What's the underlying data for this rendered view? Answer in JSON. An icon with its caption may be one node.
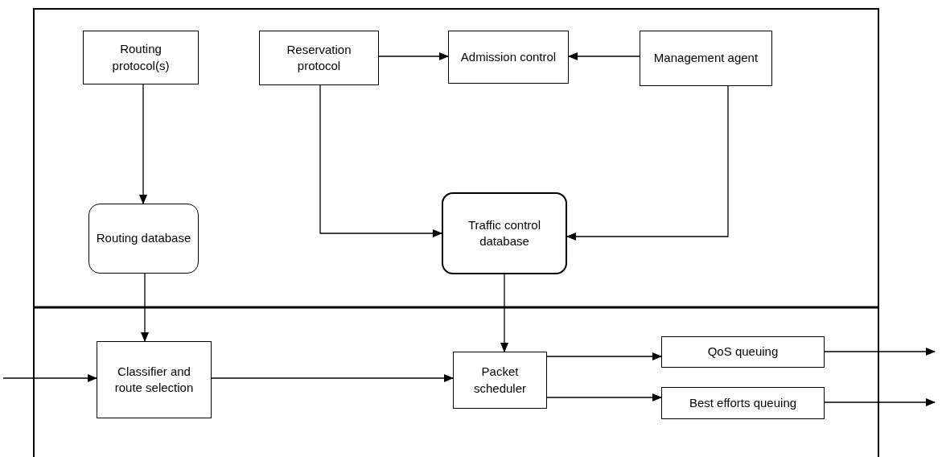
{
  "diagram": {
    "nodes": [
      {
        "text": [
          "Routing protocol(s)"
        ]
      },
      {
        "text": [
          "Reservation protocol"
        ]
      },
      {
        "text": [
          "Admission control"
        ]
      },
      {
        "text": [
          "Management agent"
        ]
      },
      {
        "text": [
          "Routing database"
        ]
      },
      {
        "text": [
          "Traffic control database"
        ]
      },
      {
        "text": [
          "Classifier and route selection"
        ]
      },
      {
        "text": [
          "Packet scheduler"
        ]
      },
      {
        "text": [
          "QoS queuing"
        ]
      },
      {
        "text": [
          "Best efforts queuing"
        ]
      }
    ],
    "edges": [
      {
        "from": 0,
        "to": 4,
        "arrow": "to"
      },
      {
        "from": 1,
        "to": 2,
        "arrow": "to"
      },
      {
        "from": 3,
        "to": 2,
        "arrow": "to"
      },
      {
        "from": 1,
        "to": 5,
        "arrow": "to"
      },
      {
        "from": 3,
        "to": 5,
        "arrow": "to"
      },
      {
        "from": 4,
        "to": 6,
        "arrow": "to"
      },
      {
        "from": 5,
        "to": 7,
        "arrow": "to"
      },
      {
        "from": null,
        "to": 6,
        "arrow": "to"
      },
      {
        "from": 6,
        "to": 7,
        "arrow": "to"
      },
      {
        "from": 7,
        "to": 8,
        "arrow": "to"
      },
      {
        "from": 7,
        "to": 9,
        "arrow": "to"
      },
      {
        "from": 8,
        "to": null,
        "arrow": "to"
      },
      {
        "from": 9,
        "to": null,
        "arrow": "to"
      }
    ]
  }
}
